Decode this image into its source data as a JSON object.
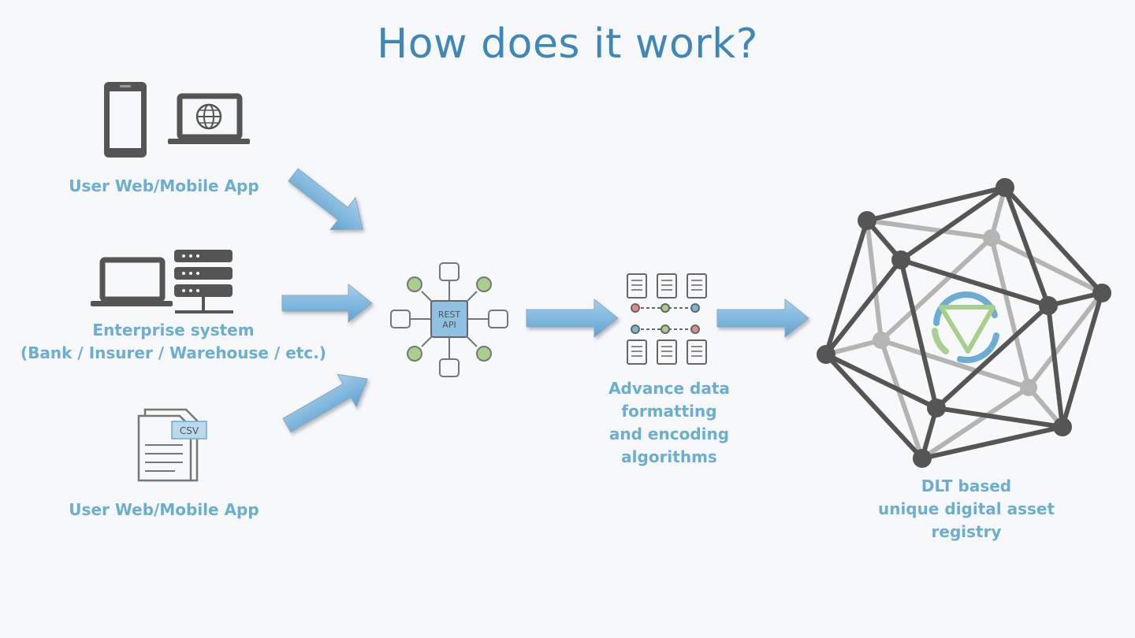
{
  "title": "How does it work?",
  "sources": [
    {
      "label": "User Web/Mobile App"
    },
    {
      "label": "Enterprise system\n(Bank / Insurer / Warehouse / etc.)"
    },
    {
      "label": "User Web/Mobile App"
    }
  ],
  "csv_badge": "CSV",
  "api_badge": "REST\nAPI",
  "processing": {
    "label": "Advance data\nformatting\nand encoding\nalgorithms"
  },
  "registry": {
    "label": "DLT based\nunique digital asset\nregistry"
  },
  "colors": {
    "title": "#3d88b8",
    "label": "#6aaed2",
    "arrow": "#7ab6dc",
    "icon": "#555555",
    "node_green": "#a8d08d",
    "node_red": "#e58a8a",
    "node_blue": "#7ab6dc"
  }
}
